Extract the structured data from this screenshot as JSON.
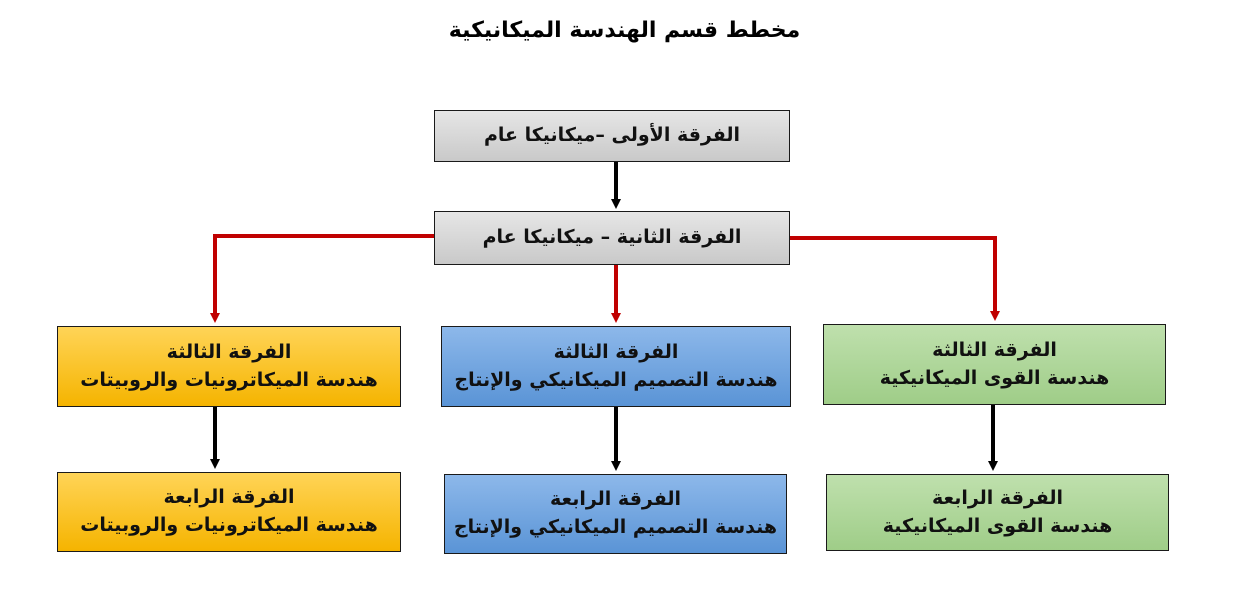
{
  "title": "مخطط قسم الهندسة الميكانيكية",
  "colors": {
    "red_connector": "#c00000",
    "black_connector": "#000000",
    "gray_box": "#d9d9d9",
    "orange_box": "#ffc000",
    "blue_box": "#6fa3e0",
    "green_box": "#a9d18e"
  },
  "level1": {
    "text": "الفرقة الأولى –ميكانيكا عام"
  },
  "level2": {
    "text": "الفرقة الثانية – ميكانيكا عام"
  },
  "mechatronics": {
    "third": {
      "year": "الفرقة الثالثة",
      "dept": "هندسة الميكاترونيات والروبيتات"
    },
    "fourth": {
      "year": "الفرقة الرابعة",
      "dept": "هندسة الميكاترونيات والروبيتات"
    }
  },
  "design": {
    "third": {
      "year": "الفرقة الثالثة",
      "dept": "هندسة التصميم الميكانيكي والإنتاج"
    },
    "fourth": {
      "year": "الفرقة الرابعة",
      "dept": "هندسة التصميم الميكانيكي والإنتاج"
    }
  },
  "power": {
    "third": {
      "year": "الفرقة الثالثة",
      "dept": "هندسة القوى الميكانيكية"
    },
    "fourth": {
      "year": "الفرقة الرابعة",
      "dept": "هندسة القوى الميكانيكية"
    }
  }
}
